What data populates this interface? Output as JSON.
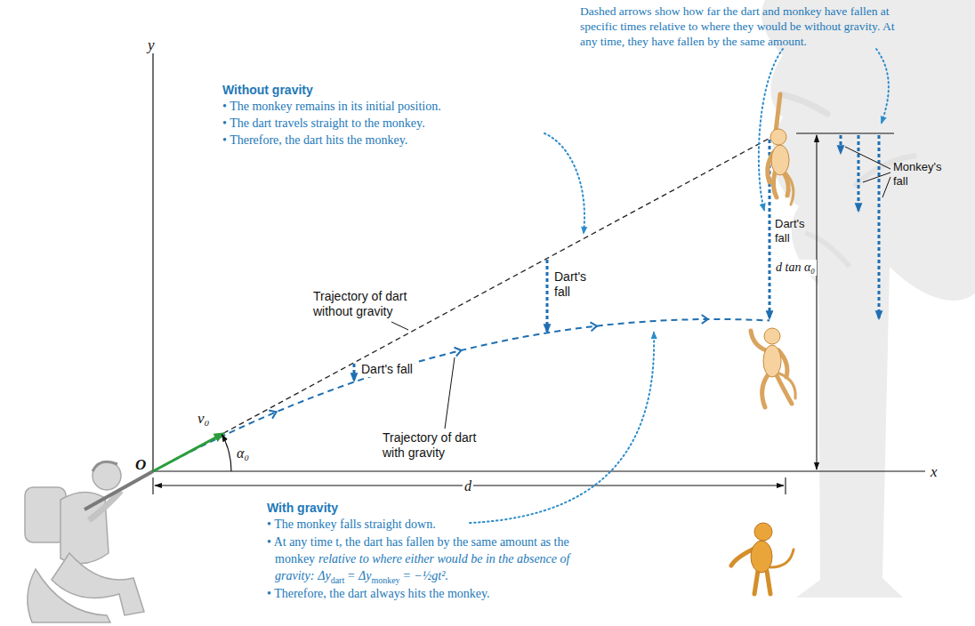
{
  "diagram": {
    "labels": [
      "Dashed arrows show how far the dart and monkey have fallen at specific times relative to where they would be without gravity. At any time, they have fallen by the same amount.",
      "y",
      "Without gravity",
      "• The monkey remains in its initial position.",
      "• The dart travels straight to the monkey.",
      "• Therefore, the dart hits the monkey.",
      "Monkey's fall",
      "Trajectory of dart without gravity",
      "Dart's fall",
      "d tan α₀",
      "Dart's fall",
      "v₀",
      "Dart's fall",
      "Trajectory of dart with gravity",
      "α₀",
      "O",
      "d",
      "x",
      "With gravity",
      "• The monkey falls straight down.",
      "• At any time t, the dart has fallen by the same amount as the monkey",
      "relative to where either would be in the absence of gravity:",
      "Δy",
      "dart",
      "= Δy",
      "monkey",
      "= −½gt².",
      "• Therefore, the dart always hits the monkey."
    ]
  }
}
